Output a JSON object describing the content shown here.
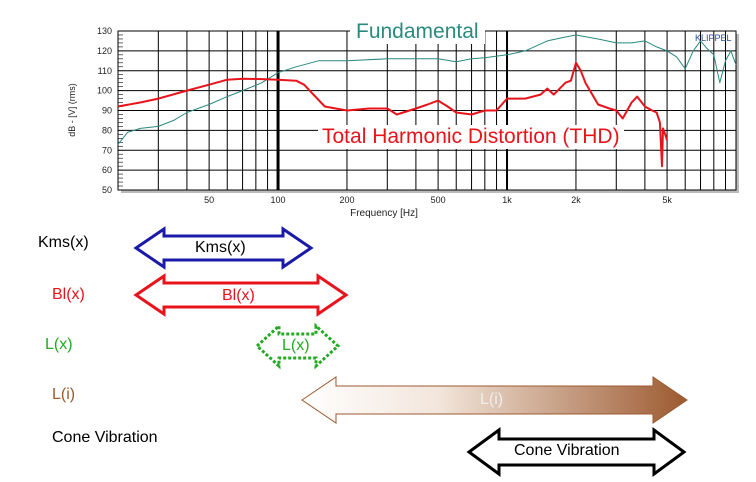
{
  "chart_data": {
    "type": "line",
    "xscale": "log",
    "xlabel": "Frequency [Hz]",
    "ylabel": "dB - [V]  (rms)",
    "xlim": [
      20,
      10000
    ],
    "ylim": [
      50,
      130
    ],
    "yticks": [
      50,
      60,
      70,
      80,
      90,
      100,
      110,
      120,
      130
    ],
    "xticks": [
      {
        "v": 50,
        "t": "50"
      },
      {
        "v": 100,
        "t": "100"
      },
      {
        "v": 200,
        "t": "200"
      },
      {
        "v": 500,
        "t": "500"
      },
      {
        "v": 1000,
        "t": "1k"
      },
      {
        "v": 2000,
        "t": "2k"
      },
      {
        "v": 5000,
        "t": "5k"
      }
    ],
    "watermark": "KLIPPEL",
    "grid": true,
    "series": [
      {
        "name": "Fundamental",
        "color": "#2a8a80",
        "x": [
          20,
          21,
          22,
          25,
          30,
          35,
          40,
          50,
          60,
          70,
          85,
          100,
          120,
          150,
          200,
          300,
          400,
          500,
          600,
          700,
          800,
          1000,
          1200,
          1500,
          1800,
          2000,
          2500,
          3000,
          3500,
          4000,
          4500,
          5000,
          5500,
          6000,
          6500,
          7000,
          7500,
          8000,
          8500,
          9000,
          9500,
          10000
        ],
        "y": [
          73,
          76,
          79,
          81,
          82,
          85,
          89,
          93,
          97,
          100,
          104,
          109,
          112,
          115,
          115,
          116,
          116,
          116,
          114.5,
          116,
          116.5,
          118,
          120,
          125,
          127,
          128,
          126,
          124,
          124,
          125,
          122,
          120,
          117,
          111,
          120,
          125,
          121,
          118,
          104,
          115,
          120,
          113
        ]
      },
      {
        "name": "Total Harmonic Distortion (THD)",
        "color": "#e8141c",
        "x": [
          20,
          25,
          30,
          40,
          50,
          60,
          70,
          85,
          100,
          120,
          130,
          140,
          160,
          200,
          250,
          300,
          330,
          400,
          450,
          500,
          550,
          600,
          700,
          800,
          900,
          1000,
          1200,
          1400,
          1500,
          1600,
          1800,
          1900,
          2000,
          2100,
          2200,
          2500,
          2800,
          3000,
          3200,
          3500,
          3700,
          4000,
          4300,
          4500,
          4650,
          4750,
          4800,
          4900,
          5000
        ],
        "y": [
          92,
          94,
          96,
          100,
          103,
          105.5,
          106,
          105.8,
          105.5,
          105,
          103,
          99,
          92,
          90,
          91,
          91,
          88,
          91,
          93,
          95,
          92,
          89,
          88,
          90,
          90,
          96,
          96,
          98,
          101,
          98,
          104,
          105,
          114,
          110,
          104,
          93,
          91,
          90,
          86,
          94,
          97,
          92,
          90,
          89,
          84,
          62,
          81,
          78,
          75
        ]
      }
    ]
  },
  "labels": {
    "fundamental": "Fundamental",
    "thd": "Total Harmonic Distortion (THD)"
  },
  "effects": [
    {
      "label": "Kms(x)",
      "arrow_label": "Kms(x)",
      "color": "#1a1aa8"
    },
    {
      "label": "Bl(x)",
      "arrow_label": "Bl(x)",
      "color": "#e8141c"
    },
    {
      "label": "L(x)",
      "arrow_label": "L(x)",
      "color": "#22aa22"
    },
    {
      "label": "L(i)",
      "arrow_label": "L(i)",
      "color": "#9c5a30"
    },
    {
      "label": "Cone Vibration",
      "arrow_label": "Cone Vibration",
      "color": "#000000"
    }
  ]
}
